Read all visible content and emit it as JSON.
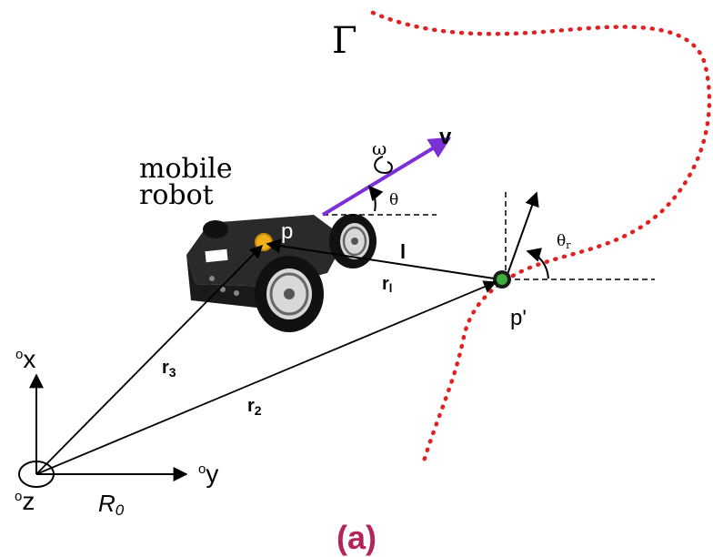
{
  "labels": {
    "curve": "Γ",
    "robot_line1": "mobile",
    "robot_line2": "robot",
    "omega": "ω",
    "v": "v",
    "theta": "θ",
    "point_p": "p",
    "point_p_prime": "p'",
    "l": "l",
    "r1": "r",
    "r1_sub": "l",
    "r2": "r",
    "r2_sub": "2",
    "r3": "r",
    "r3_sub": "3",
    "theta_r": "θ",
    "theta_r_sub": "r",
    "axis_x_pre": "o",
    "axis_x": "x",
    "axis_y_pre": "o",
    "axis_y": "y",
    "axis_z_pre": "o",
    "axis_z": "z",
    "frame": "R",
    "frame_sub": "0",
    "caption": "(a)"
  },
  "colors": {
    "curve": "#e0211f",
    "velocity": "#7b2fd6",
    "caption": "#b3245b",
    "robot_body": "#2a2a2a",
    "robot_point": "#f0b01c",
    "target_point": "#2e7d32"
  }
}
